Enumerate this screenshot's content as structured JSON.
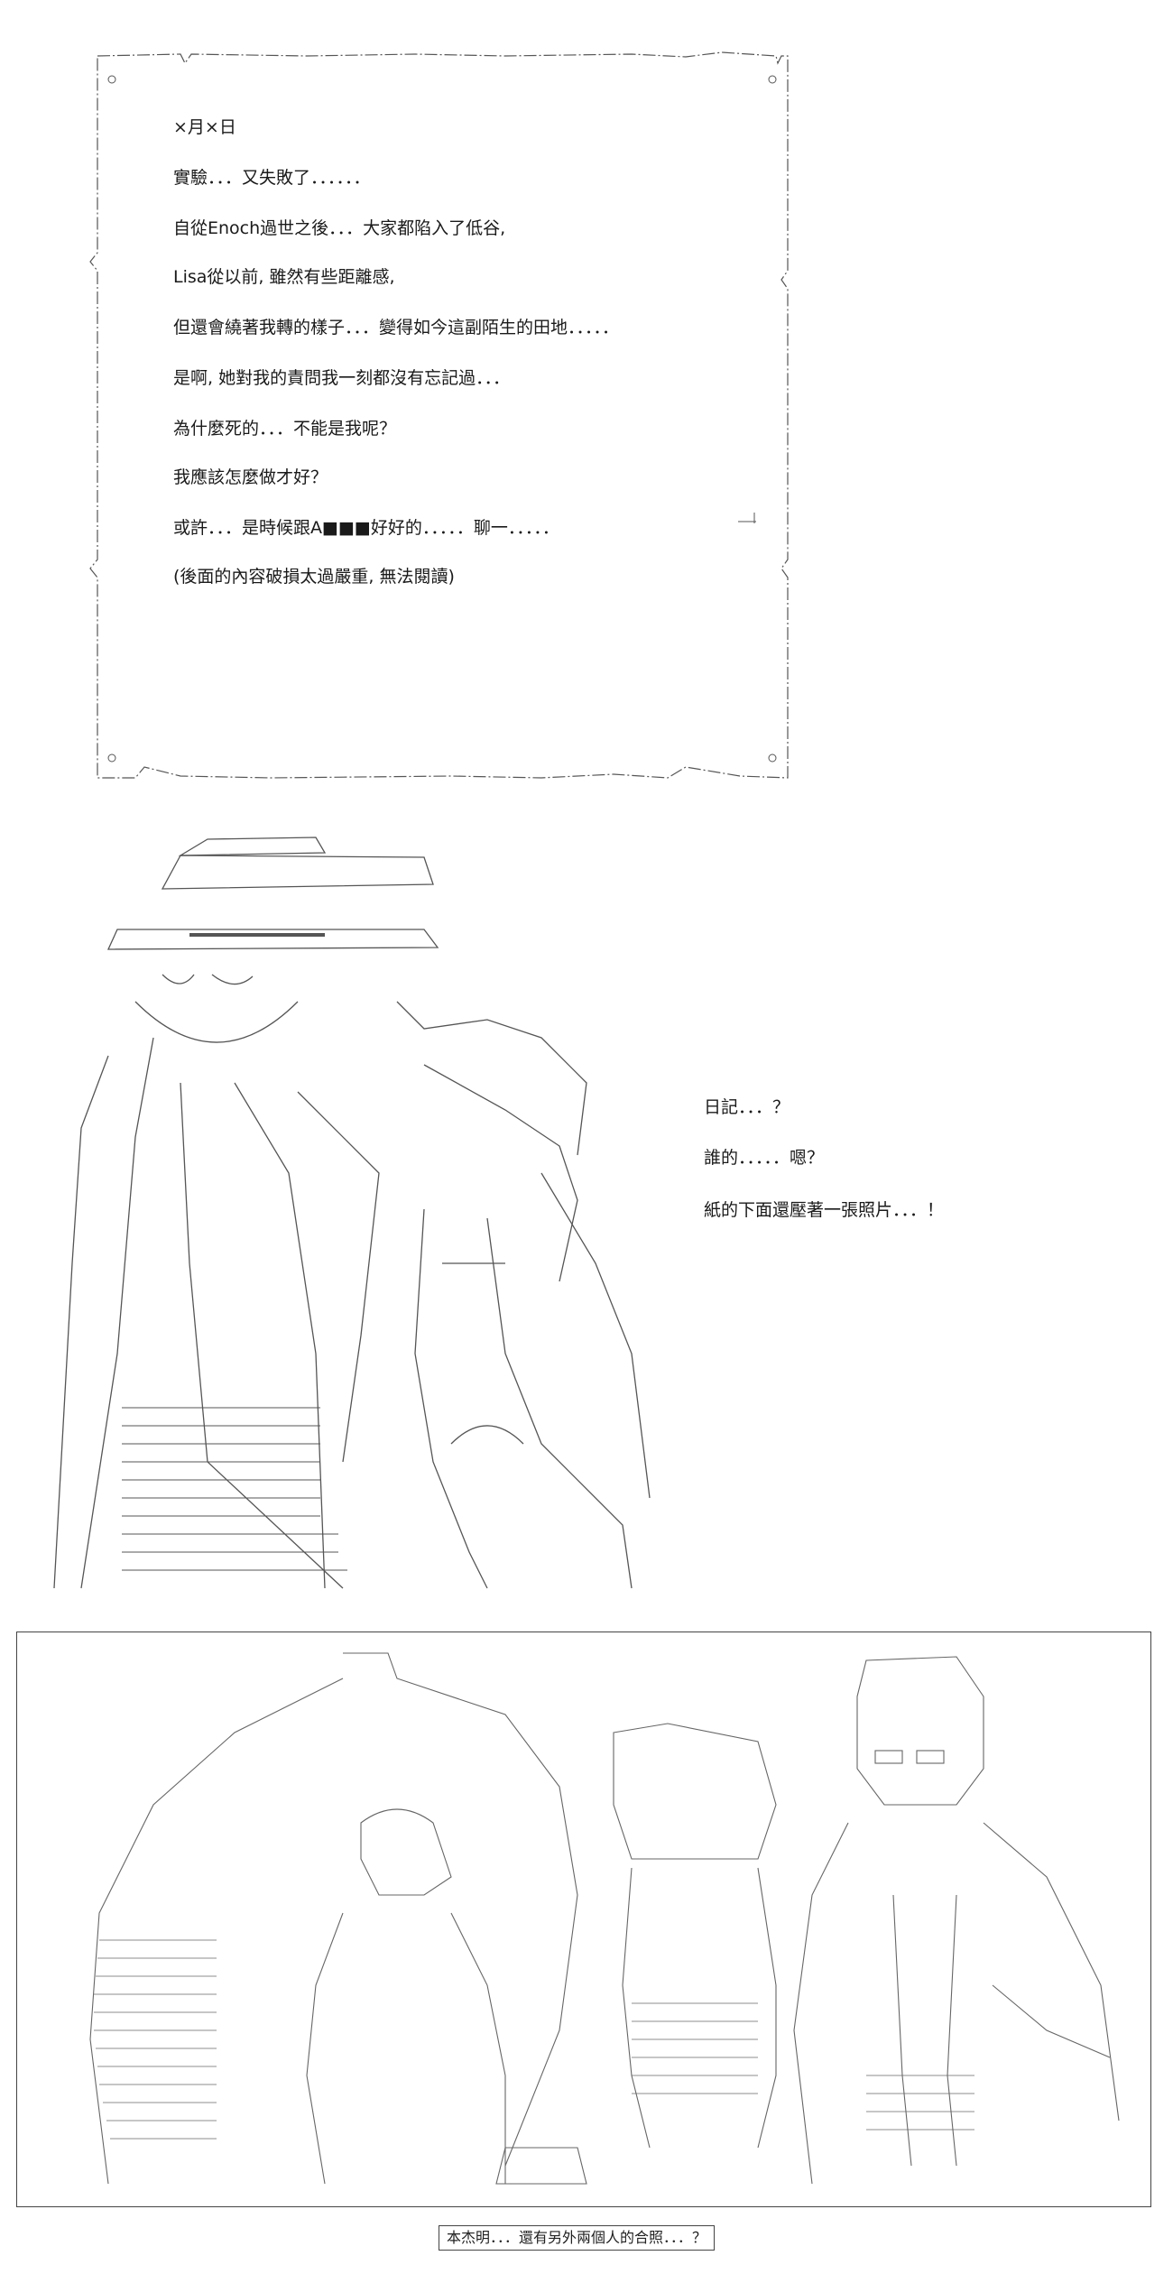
{
  "diary": {
    "date": "×月×日",
    "lines": [
      "實驗．．．又失敗了．．．．．．",
      "自從Enoch過世之後．．．大家都陷入了低谷,",
      "Lisa從以前, 雖然有些距離感,",
      "但還會繞著我轉的樣子．．．變得如今這副陌生的田地．．．．．",
      "是啊, 她對我的責問我一刻都沒有忘記過．．．",
      "為什麼死的．．．不能是我呢？",
      "我應該怎麼做才好？",
      "或許．．．是時候跟A■■■好好的．．．．．聊一．．．．．",
      "(後面的內容破損太過嚴重, 無法閱讀)"
    ]
  },
  "speech": {
    "lines": [
      "日記．．．？",
      "誰的．．．．．嗯？",
      "紙的下面還壓著一張照片．．．！"
    ]
  },
  "caption": "本杰明．．．還有另外兩個人的合照．．．？"
}
